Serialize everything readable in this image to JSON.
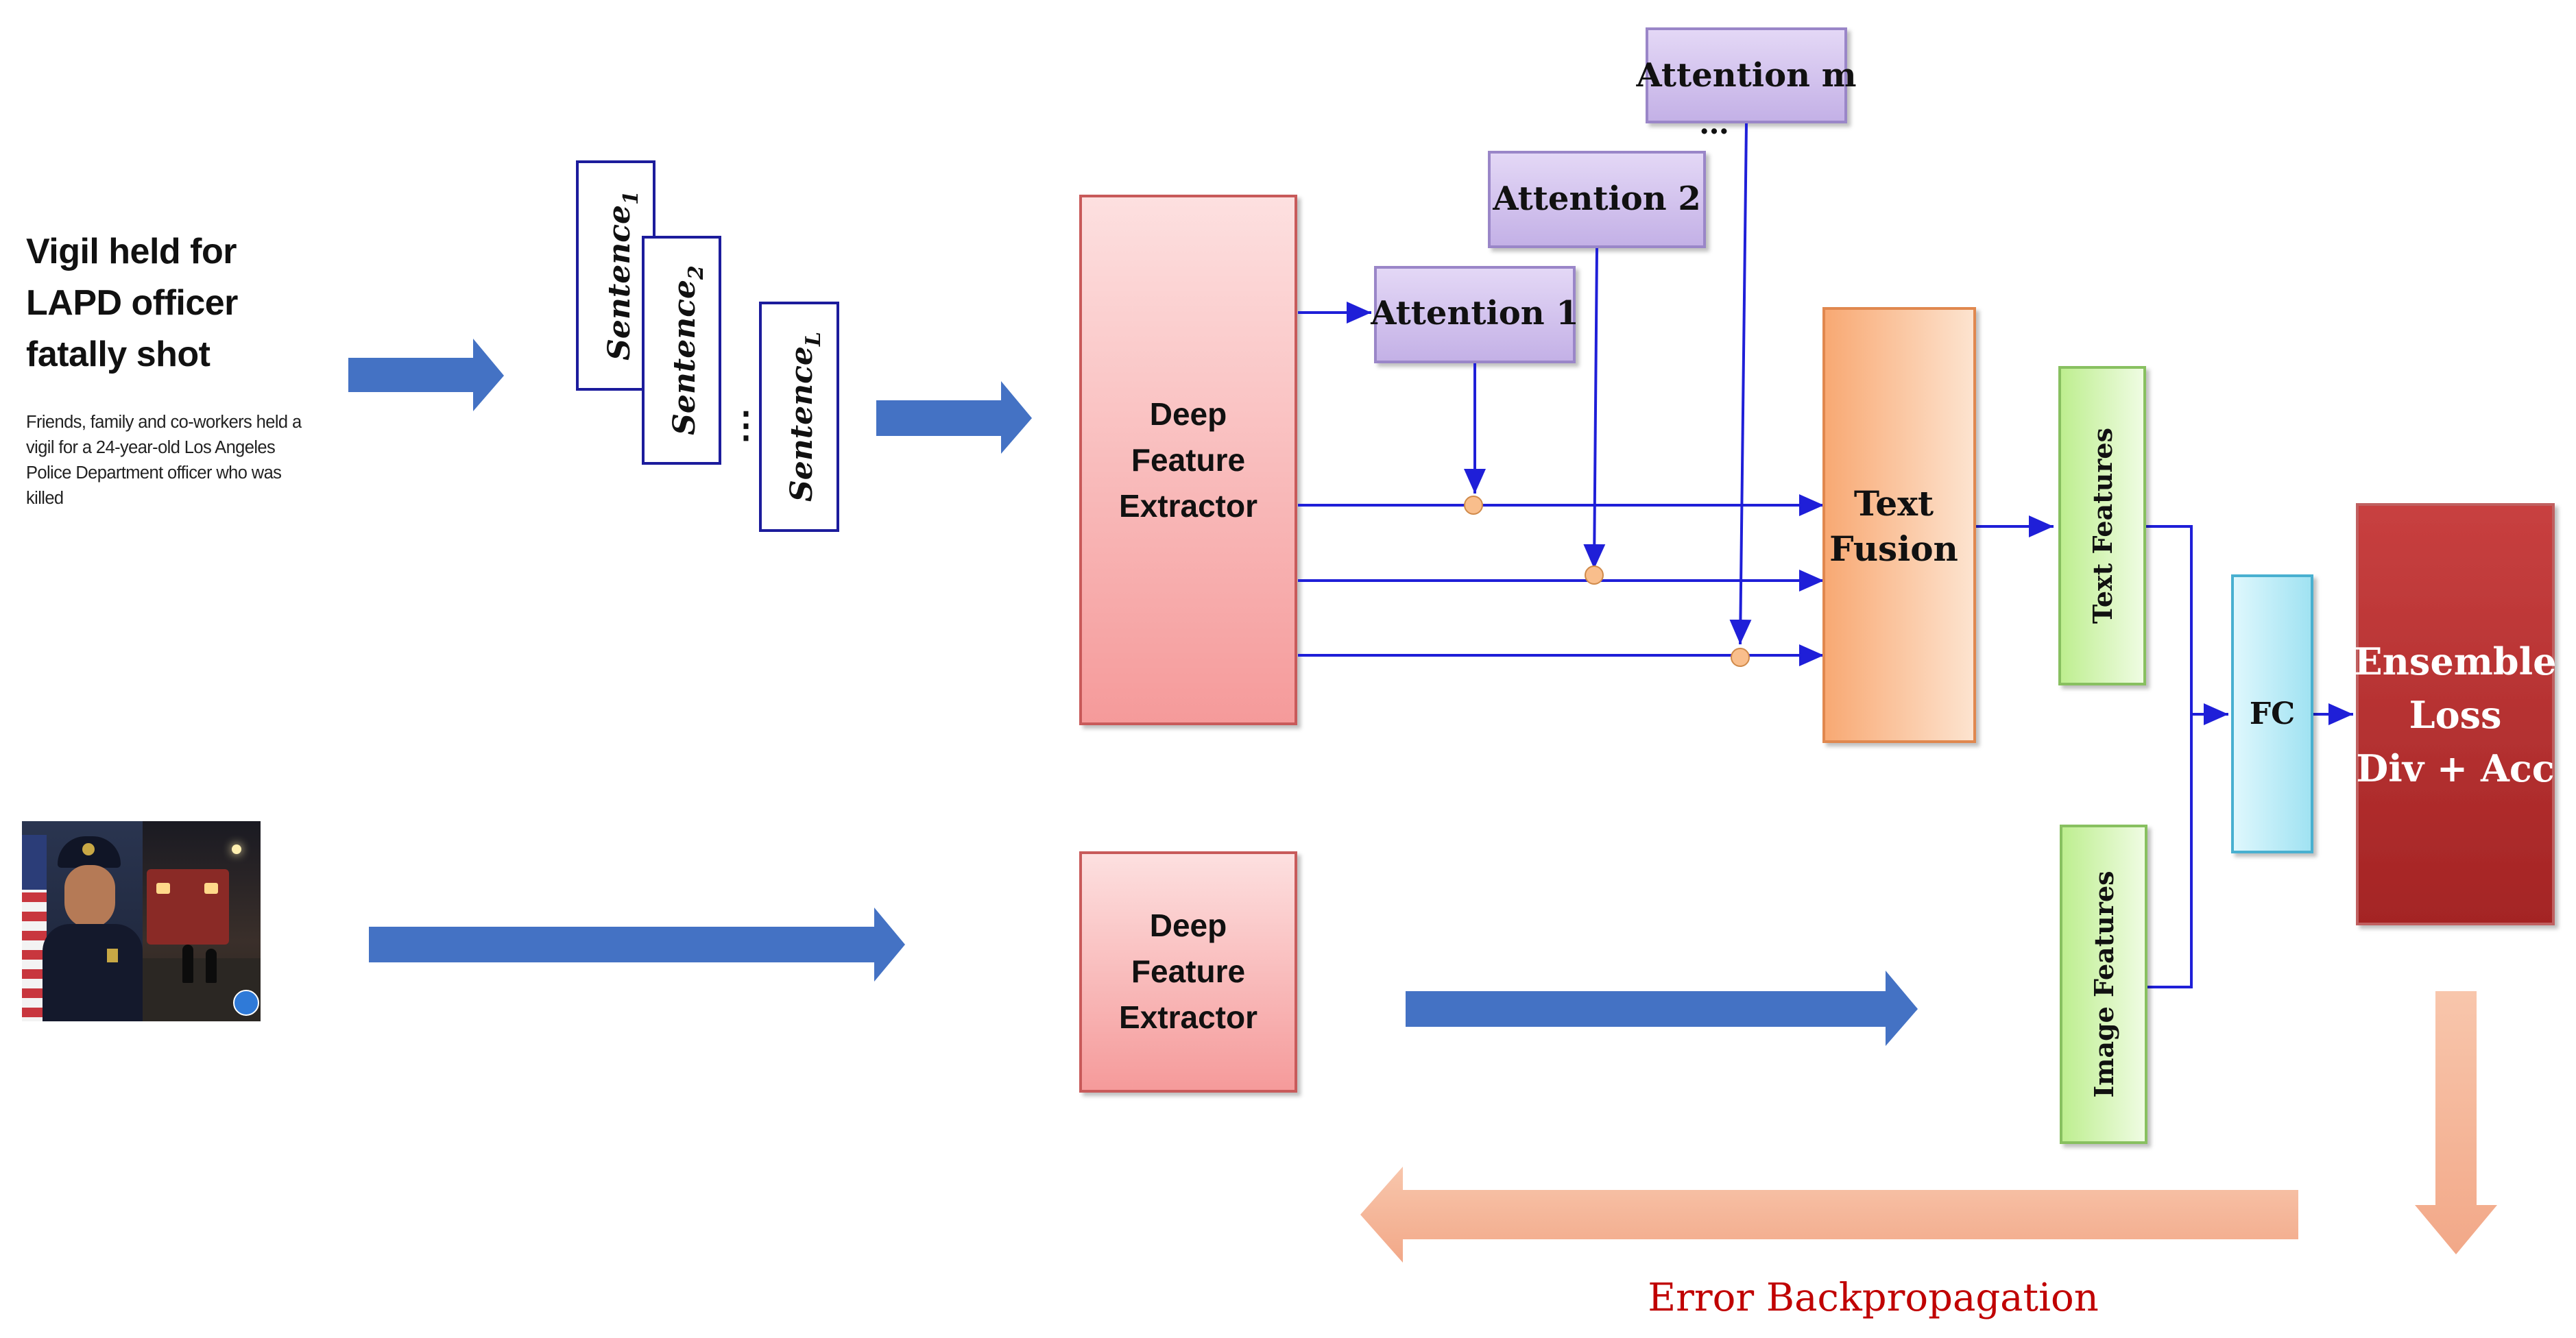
{
  "news": {
    "headline": "Vigil held for LAPD officer fatally shot",
    "body": "Friends, family and co-workers held a vigil for a 24-year-old Los Angeles Police Department officer who was killed"
  },
  "sentences": {
    "s1": "Sentence",
    "s1_sub": "1",
    "s2": "Sentence",
    "s2_sub": "2",
    "dots": "⋮",
    "sL": "Sentence",
    "sL_sub": "L"
  },
  "blocks": {
    "extractor_text": [
      "Deep",
      "Feature",
      "Extractor"
    ],
    "extractor_image": [
      "Deep",
      "Feature",
      "Extractor"
    ],
    "attention1": "Attention 1",
    "attention2": "Attention 2",
    "attentionm": "Attention m",
    "attention_dots": "…",
    "text_fusion": [
      "Text",
      "Fusion"
    ],
    "text_features": "Text Features",
    "image_features": "Image Features",
    "fc": "FC",
    "ensemble": [
      "Ensemble",
      "Loss",
      "Div + Acc"
    ]
  },
  "labels": {
    "error_backprop": "Error Backpropagation"
  },
  "colors": {
    "blue_arrow": "#4472c4",
    "connector": "#1f1fd8",
    "extractor": "#f4a0a0",
    "attention": "#c9b8e8",
    "fusion": "#f9b98a",
    "features": "#c8f0a0",
    "fc": "#a8e6f4",
    "ensemble": "#b83030",
    "backprop": "#f4b090",
    "error_text": "#c00000"
  }
}
